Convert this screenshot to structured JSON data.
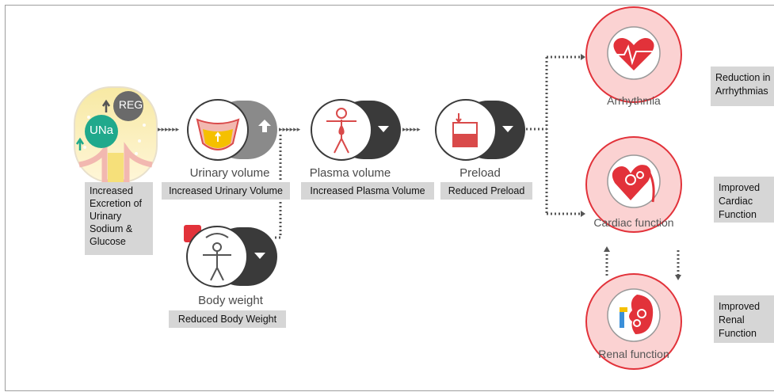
{
  "source": {
    "reg_label": "REG",
    "una_label": "UNa",
    "caption": "Increased Excretion of Urinary Sodium & Glucose"
  },
  "stages": {
    "urinary": {
      "title": "Urinary volume",
      "caption": "Increased Urinary Volume"
    },
    "plasma": {
      "title": "Plasma volume",
      "caption": "Increased Plasma Volume"
    },
    "preload": {
      "title": "Preload",
      "caption": "Reduced Preload"
    },
    "body_weight": {
      "title": "Body weight",
      "caption": "Reduced Body Weight"
    }
  },
  "outcomes": {
    "arrhythmia": {
      "title": "Arrhythmia",
      "caption": "Reduction in Arrhythmias"
    },
    "cardiac": {
      "title": "Cardiac function",
      "caption": "Improved Cardiac Function"
    },
    "renal": {
      "title": "Renal function",
      "caption": "Improved Renal Function"
    }
  },
  "colors": {
    "accent_red": "#e2323a",
    "pill_dark": "#3a3a3a",
    "pill_mid": "#8a8a8a",
    "caption_bg": "#d6d6d6",
    "teal": "#20a98c"
  }
}
